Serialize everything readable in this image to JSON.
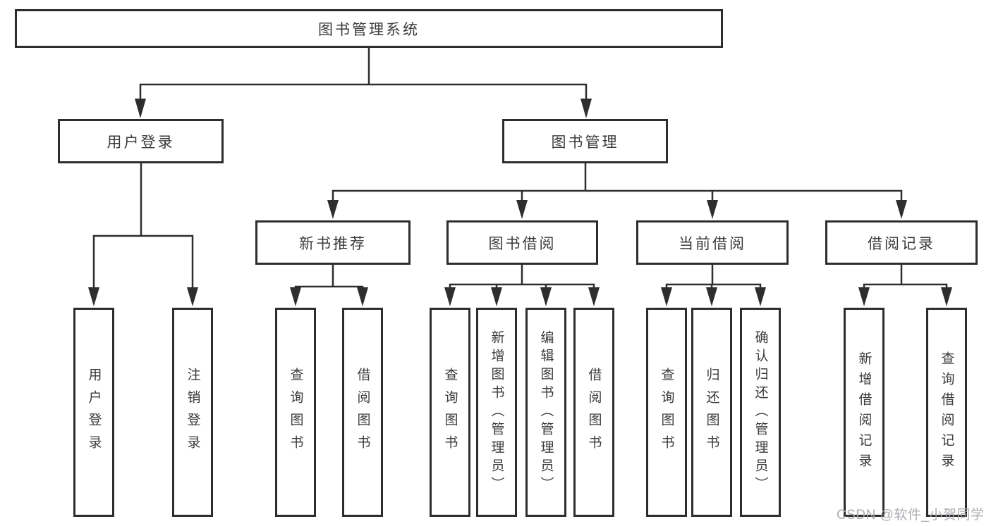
{
  "tree": {
    "label": "图书管理系统",
    "children": [
      {
        "label": "用户登录",
        "children": [
          {
            "label": "用户登录"
          },
          {
            "label": "注销登录"
          }
        ]
      },
      {
        "label": "图书管理",
        "children": [
          {
            "label": "新书推荐",
            "children": [
              {
                "label": "查询图书"
              },
              {
                "label": "借阅图书"
              }
            ]
          },
          {
            "label": "图书借阅",
            "children": [
              {
                "label": "查询图书"
              },
              {
                "label": "新增图书（管理员）"
              },
              {
                "label": "编辑图书（管理员）"
              },
              {
                "label": "借阅图书"
              }
            ]
          },
          {
            "label": "当前借阅",
            "children": [
              {
                "label": "查询图书"
              },
              {
                "label": "归还图书"
              },
              {
                "label": "确认归还（管理员）"
              }
            ]
          },
          {
            "label": "借阅记录",
            "children": [
              {
                "label": "新增借阅记录"
              },
              {
                "label": "查询借阅记录"
              }
            ]
          }
        ]
      }
    ]
  },
  "watermark": {
    "text": "CSDN @软件_小贺同学"
  },
  "colors": {
    "line": "#2e2e2e",
    "box_border": "#2d2d2d",
    "text": "#3a3a3c",
    "watermark": "#a8a8ae",
    "background": "#ffffff"
  }
}
